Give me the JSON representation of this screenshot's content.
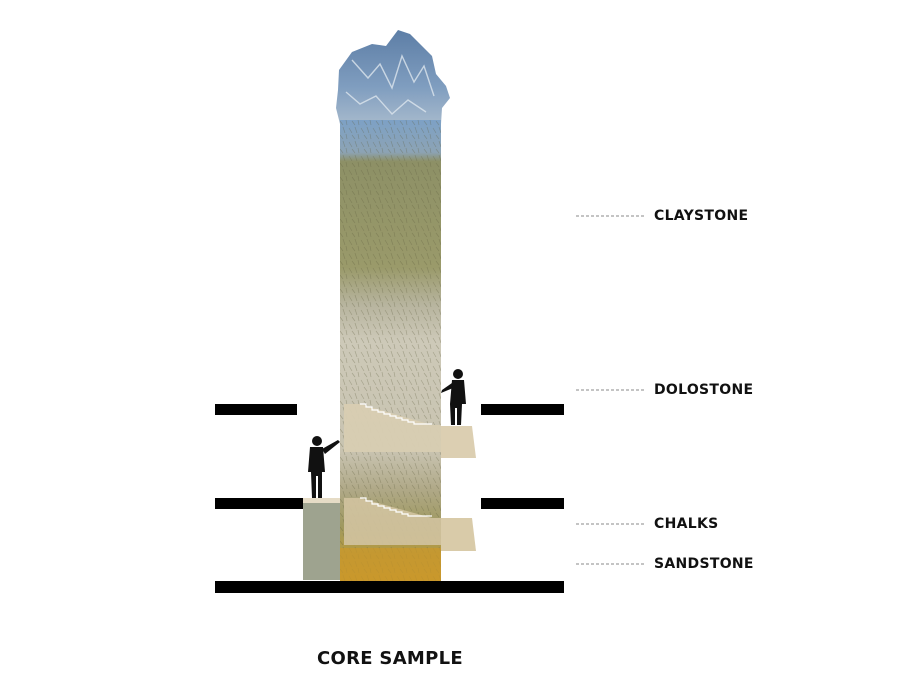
{
  "caption": "CORE SAMPLE",
  "layers": [
    {
      "id": "claystone",
      "label": "CLAYSTONE"
    },
    {
      "id": "dolostone",
      "label": "DOLOSTONE"
    },
    {
      "id": "chalks",
      "label": "CHALKS"
    },
    {
      "id": "sandstone",
      "label": "SANDSTONE"
    }
  ],
  "colors": {
    "ice": "#6f8fb3",
    "claystone": "#8f9362",
    "dolostone": "#c9c6b4",
    "chalks": "#a9a06f",
    "sandstone": "#c9982c",
    "floor_slab": "#000000",
    "platform": "#e2d7c0",
    "pillar": "#9ea38f",
    "silhouette": "#111111"
  }
}
